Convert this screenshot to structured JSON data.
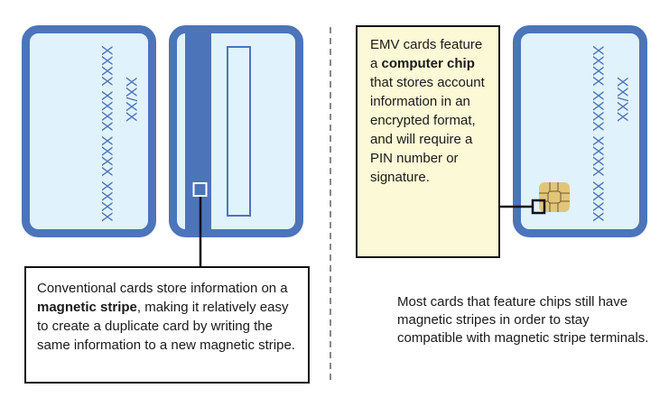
{
  "colors": {
    "card_border": "#4c74b9",
    "card_fill": "#e0f2fc",
    "callout_fill": "#fcf9d6",
    "chip": "#e3c57a"
  },
  "cards": {
    "number": "XXXX XXXX XXXX XXXX",
    "expiry": "XX/XX"
  },
  "conventional": {
    "pre": "Conventional cards store information on a ",
    "bold": "magnetic stripe",
    "post": ", making it relatively easy to create a duplicate card by writing the same information to a new magnetic stripe."
  },
  "emv": {
    "pre": "EMV cards feature a ",
    "bold": "computer chip",
    "post": " that stores account information in an encrypted format, and will require a PIN number or signature."
  },
  "note": "Most cards that feature chips still have magnetic stripes in order to stay compatible with magnetic stripe terminals."
}
